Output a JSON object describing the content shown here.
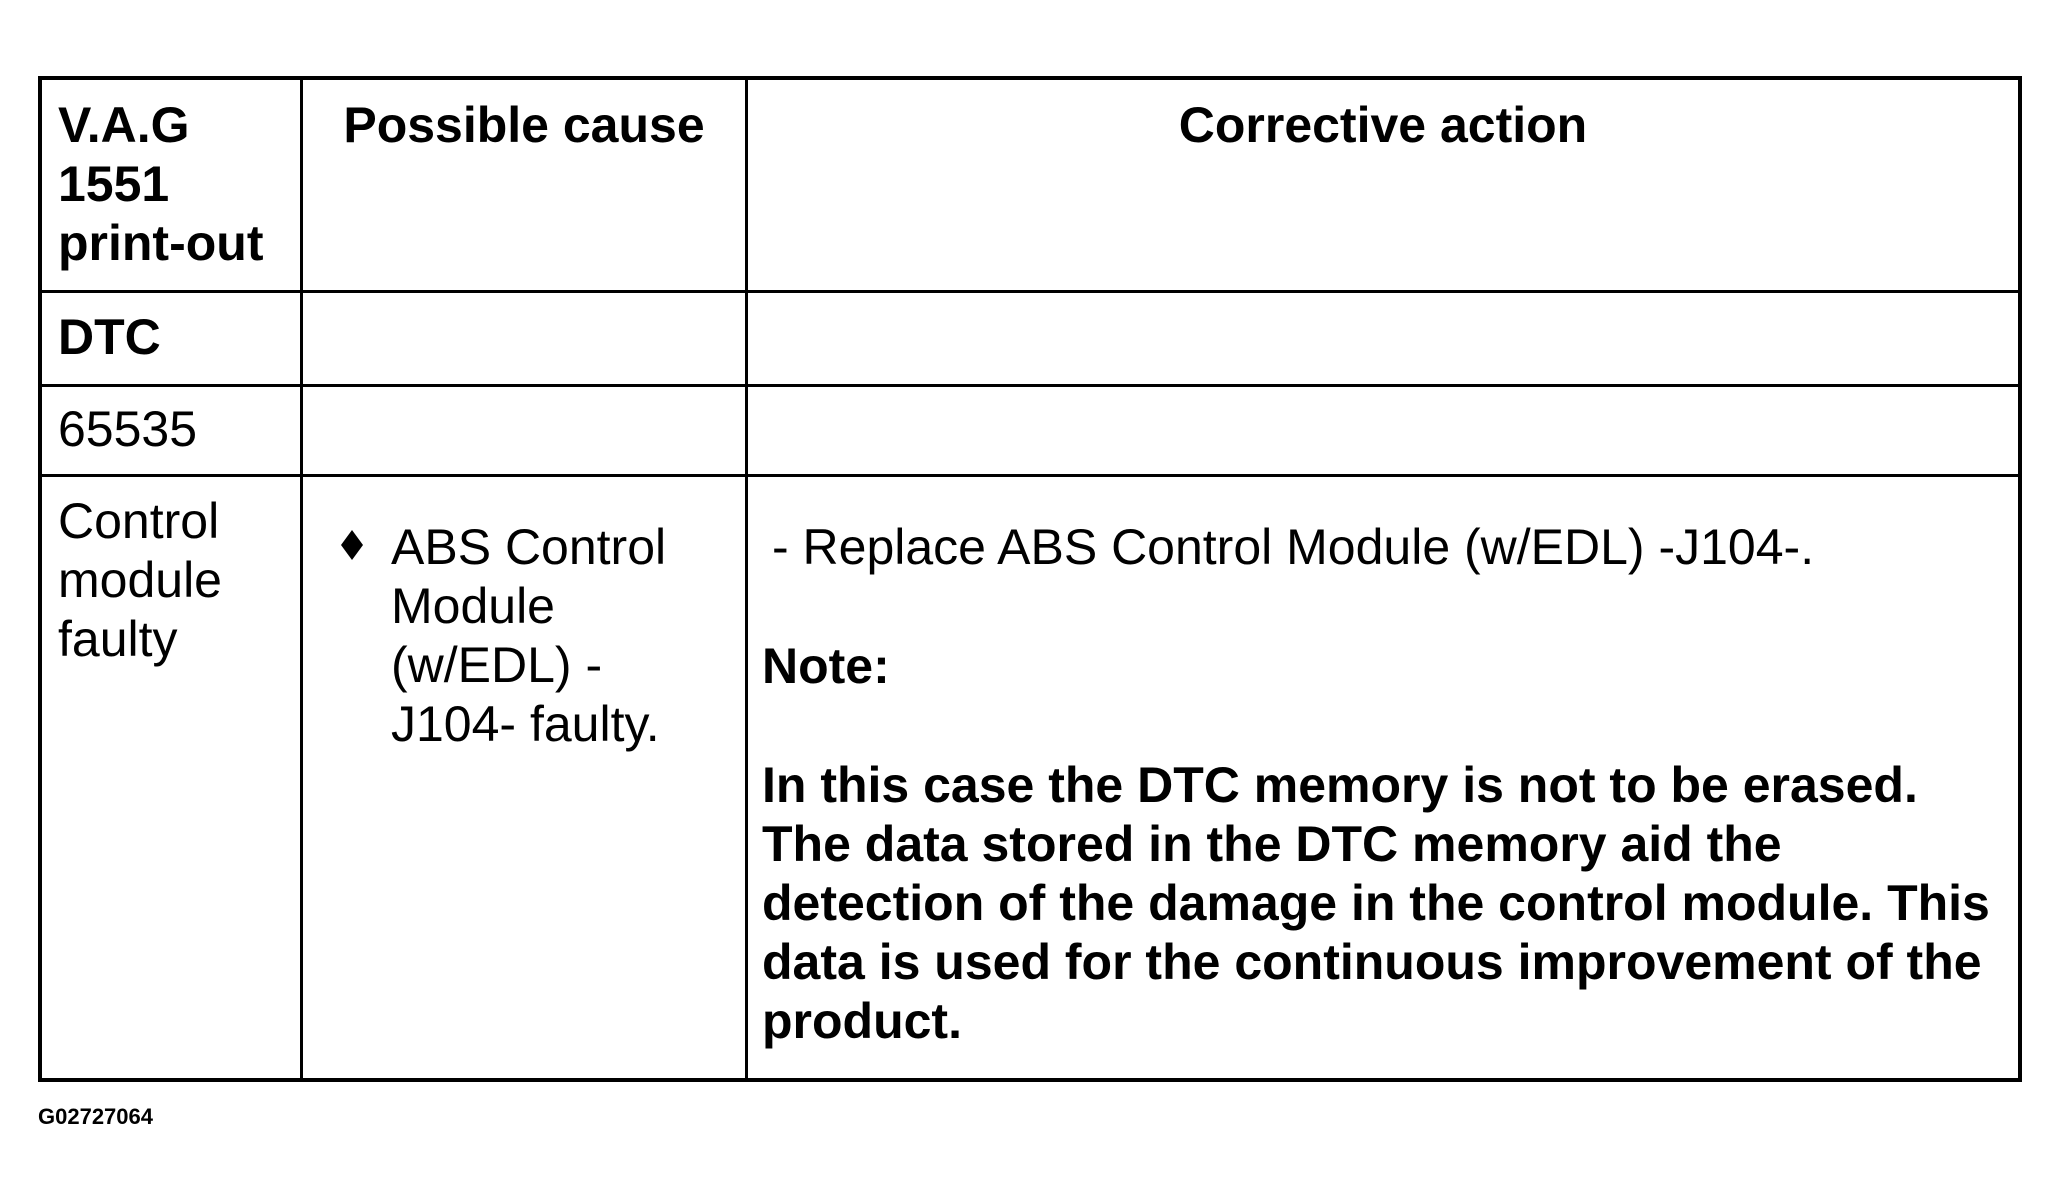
{
  "table": {
    "headers": {
      "printout": [
        "V.A.G",
        "1551",
        "print-out"
      ],
      "cause": "Possible cause",
      "action": "Corrective action"
    },
    "dtc_label": "DTC",
    "dtc_code": "65535",
    "fault_description": [
      "Control",
      "module",
      "faulty"
    ],
    "cause_lines": [
      "ABS Control",
      "Module",
      "(w/EDL) -",
      "J104- faulty."
    ],
    "action": {
      "replace": "- Replace ABS Control Module (w/EDL) -J104-.",
      "note_label": "Note:",
      "note_lines": [
        "In this case the DTC memory is not to be erased.",
        "The data stored in the DTC memory aid the",
        "detection of the damage in the control module. This",
        "data is used for the continuous improvement of the",
        "product."
      ]
    }
  },
  "footer": {
    "figure_id": "G02727064"
  },
  "icons": {
    "bullet": "diamond-bullet-icon"
  }
}
